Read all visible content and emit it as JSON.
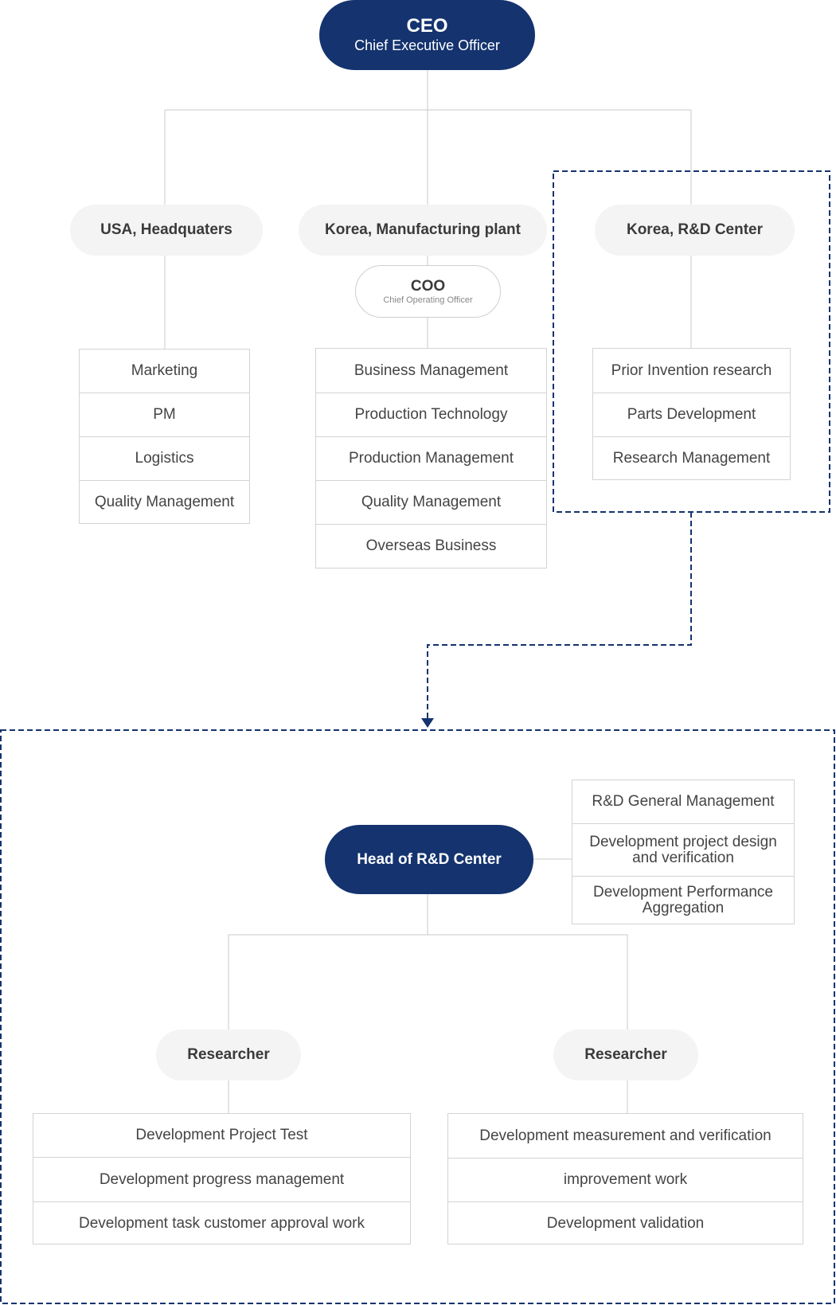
{
  "ceo": {
    "title": "CEO",
    "subtitle": "Chief  Executive Officer"
  },
  "divisions": [
    {
      "label": "USA, Headquaters",
      "departments": [
        "Marketing",
        "PM",
        "Logistics",
        "Quality Management"
      ]
    },
    {
      "label": "Korea, Manufacturing plant",
      "officer": {
        "title": "COO",
        "subtitle": "Chief Operating Officer"
      },
      "departments": [
        "Business Management",
        "Production Technology",
        "Production Management",
        "Quality Management",
        "Overseas Business"
      ]
    },
    {
      "label": "Korea, R&D Center",
      "departments": [
        "Prior Invention research",
        "Parts Development",
        "Research Management"
      ]
    }
  ],
  "rd_center": {
    "head": "Head of R&D Center",
    "head_duties": [
      "R&D General Management",
      "Development project design and verification",
      "Development Performance Aggregation"
    ],
    "researchers": [
      {
        "label": "Researcher",
        "duties": [
          "Development Project Test",
          "Development progress management",
          "Development task customer approval work"
        ]
      },
      {
        "label": "Researcher",
        "duties": [
          "Development measurement and verification",
          "improvement work",
          "Development validation"
        ]
      }
    ]
  },
  "colors": {
    "navy": "#14336f",
    "pill_gray": "#f4f4f4",
    "line": "#c8c8c8",
    "border": "#d3d3d3"
  }
}
